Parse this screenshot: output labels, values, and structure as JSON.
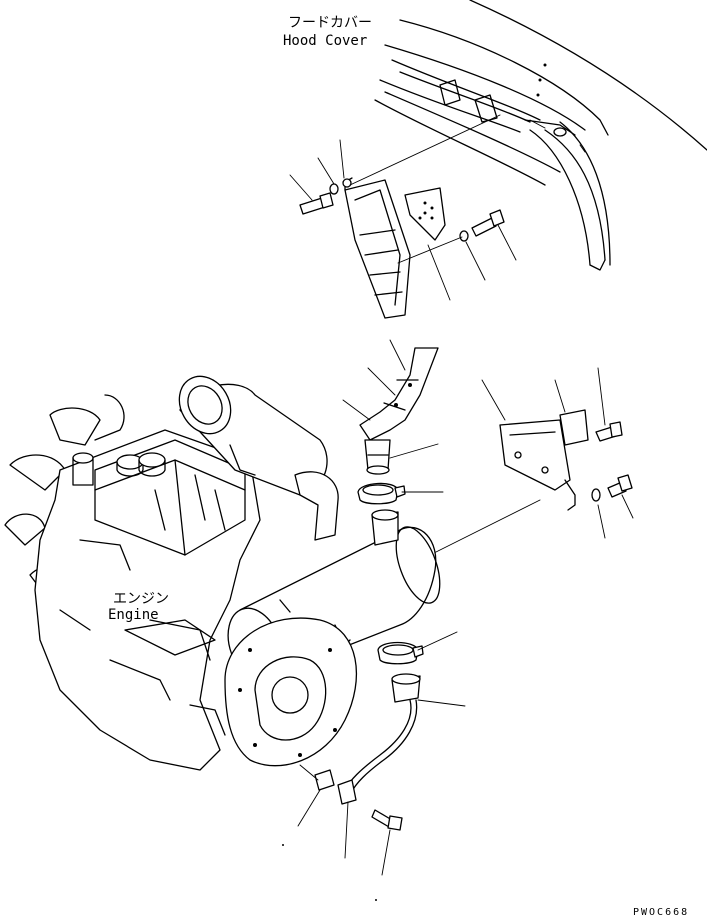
{
  "labels": {
    "hood_cover_jp": "フードカバー",
    "hood_cover_en": "Hood Cover",
    "engine_jp": "エンジン",
    "engine_en": "Engine",
    "drawing_code": "PWOC668"
  },
  "colors": {
    "line": "#000000",
    "background": "#ffffff"
  },
  "leader_count": 21
}
